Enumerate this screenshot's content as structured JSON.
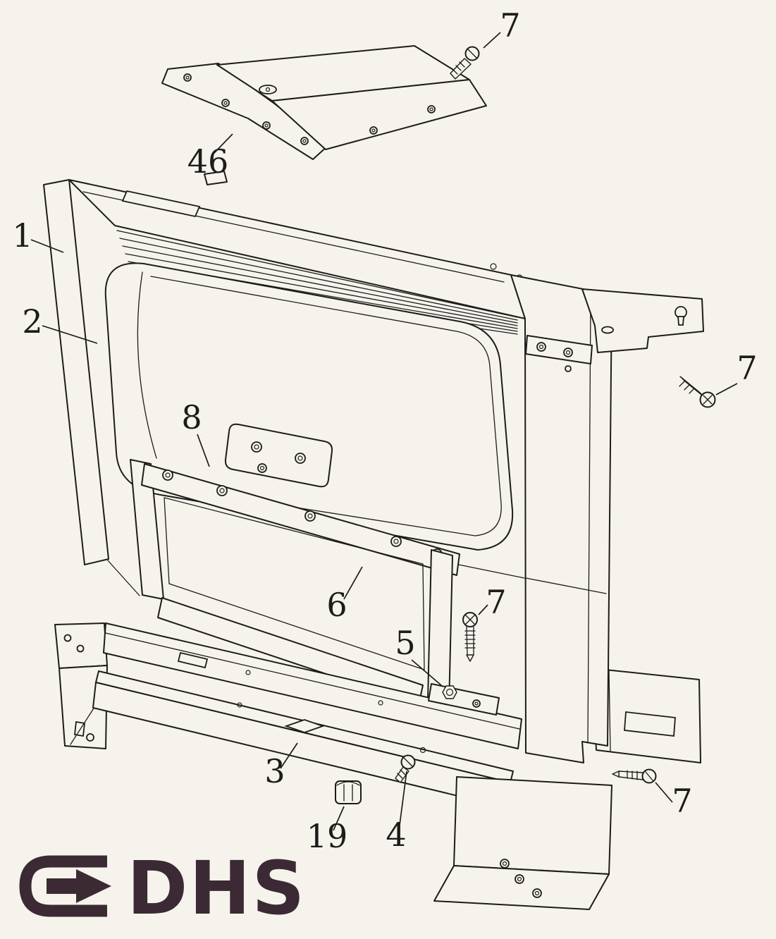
{
  "diagram": {
    "type": "exploded-parts-diagram",
    "colors": {
      "ink": "#1d1c1a",
      "paper": "#f6f3ed",
      "logo": "#3b2a33"
    },
    "logo": {
      "text": "DHS"
    },
    "callouts": [
      {
        "id": "7-top",
        "label": "7"
      },
      {
        "id": "46",
        "label": "46"
      },
      {
        "id": "1",
        "label": "1"
      },
      {
        "id": "2",
        "label": "2"
      },
      {
        "id": "7-right",
        "label": "7"
      },
      {
        "id": "8",
        "label": "8"
      },
      {
        "id": "6",
        "label": "6"
      },
      {
        "id": "7-middle",
        "label": "7"
      },
      {
        "id": "5",
        "label": "5"
      },
      {
        "id": "3",
        "label": "3"
      },
      {
        "id": "19",
        "label": "19"
      },
      {
        "id": "4",
        "label": "4"
      },
      {
        "id": "7-bottom-right",
        "label": "7"
      }
    ]
  }
}
